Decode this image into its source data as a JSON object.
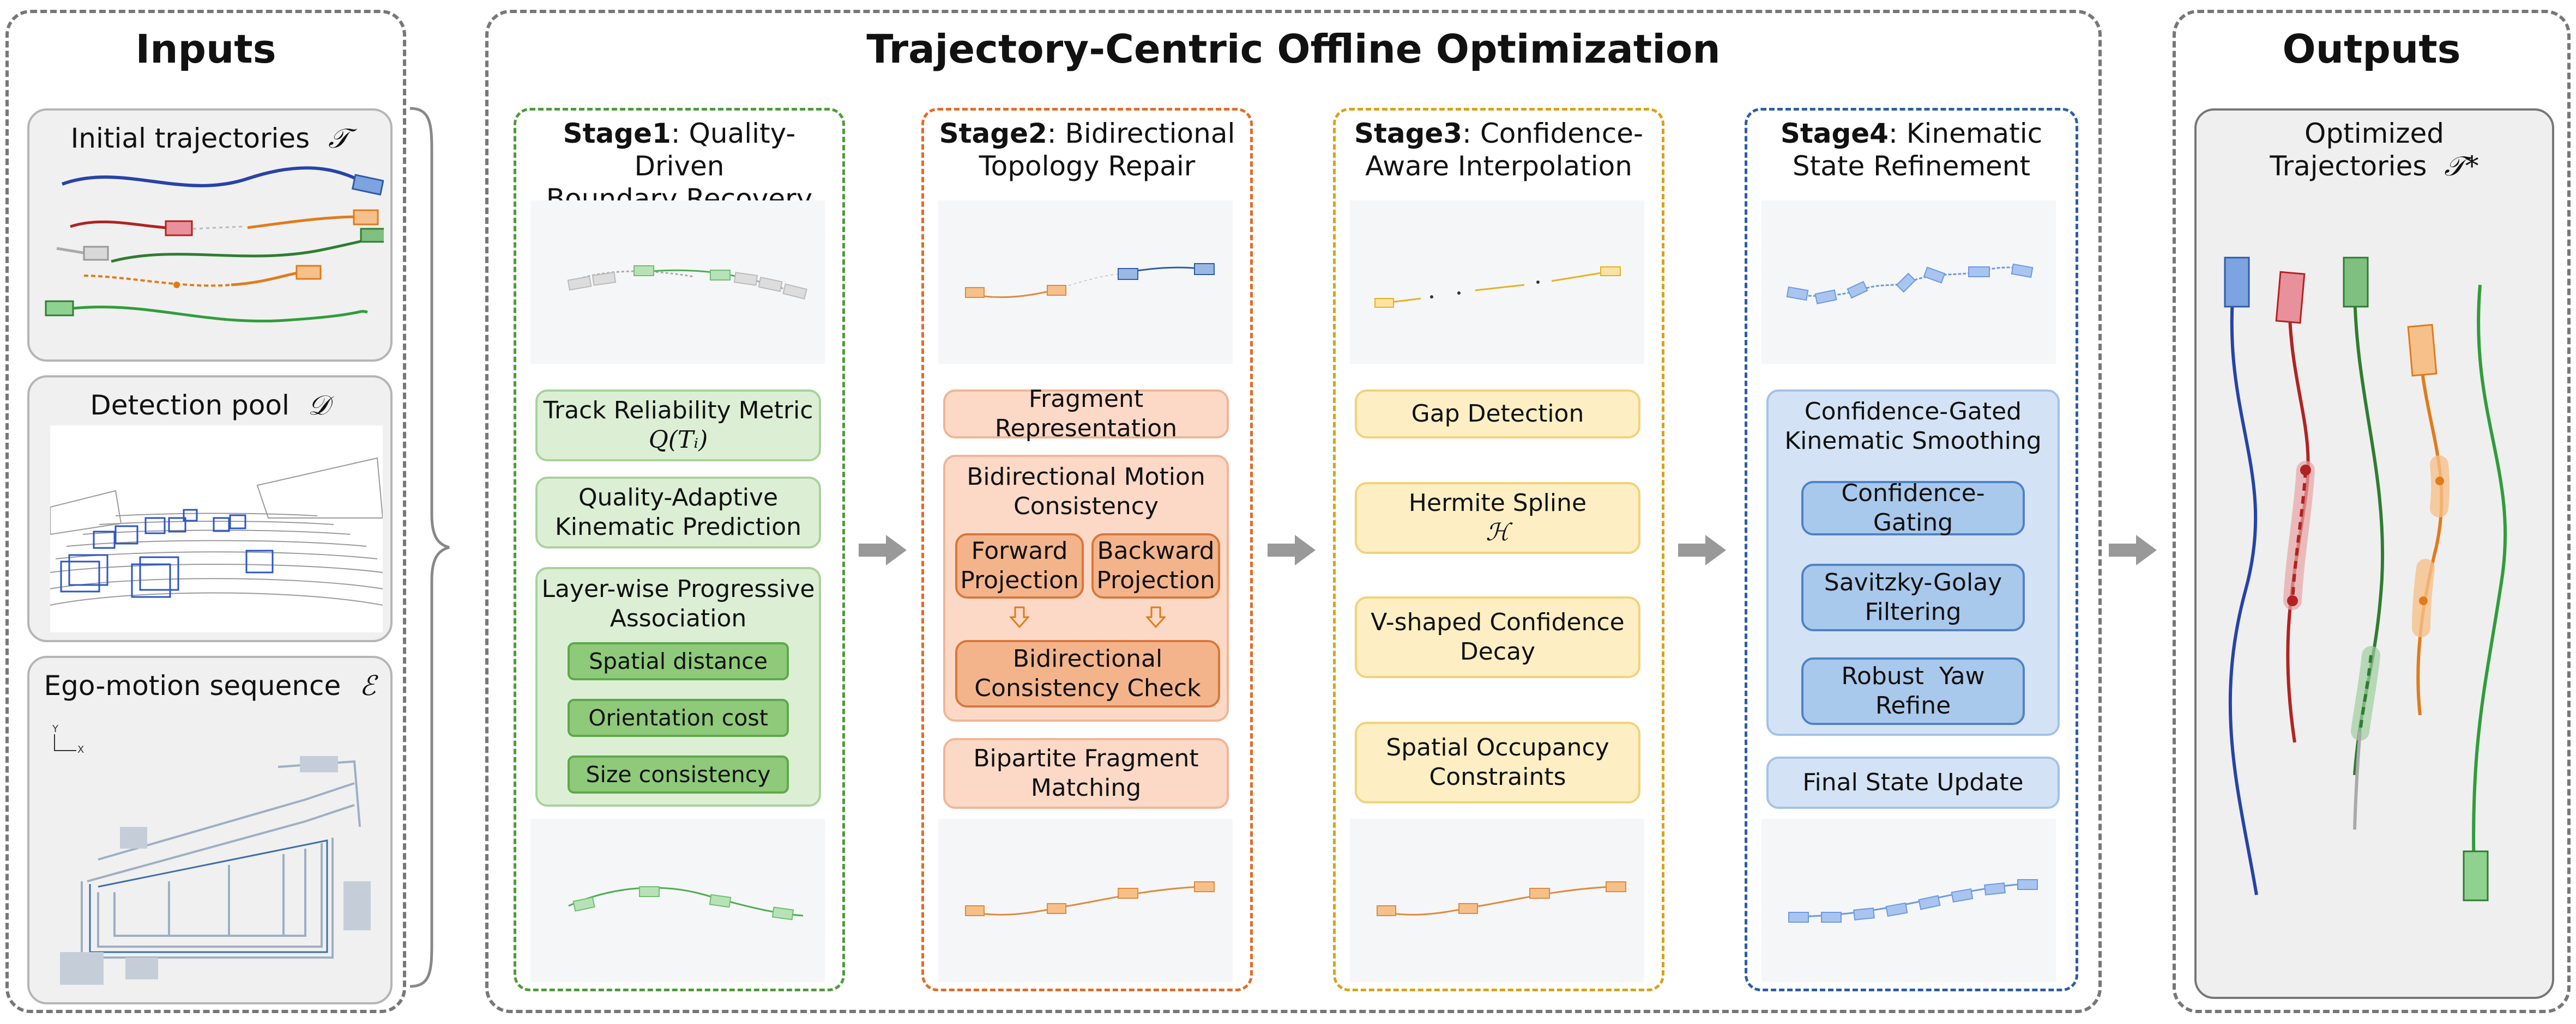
{
  "inputs": {
    "title": "Inputs",
    "initial_traj_label": "Initial trajectories",
    "initial_traj_symbol": "𝒯",
    "detection_label": "Detection pool",
    "detection_symbol": "𝒟",
    "ego_label": "Ego-motion sequence",
    "ego_symbol": "ℰ",
    "axis_y": "Y",
    "axis_x": "X"
  },
  "main": {
    "title": "Trajectory-Centric Offline Optimization"
  },
  "stage1": {
    "bold": "Stage1",
    "rest": ": Quality-Driven",
    "line2": "Boundary Recovery",
    "metric_line1": "Track Reliability Metric",
    "metric_line2": "Q(Tᵢ)",
    "prediction_line1": "Quality-Adaptive",
    "prediction_line2": "Kinematic Prediction",
    "assoc_line1": "Layer-wise Progressive",
    "assoc_line2": "Association",
    "cost1": "Spatial distance",
    "cost2": "Orientation cost",
    "cost3": "Size consistency",
    "color": "#4f9a3c"
  },
  "stage2": {
    "bold": "Stage2",
    "rest": ": Bidirectional",
    "line2": "Topology Repair",
    "frag_rep": "Fragment Representation",
    "motion_line1": "Bidirectional Motion",
    "motion_line2": "Consistency",
    "fwd_line1": "Forward",
    "fwd_line2": "Projection",
    "bwd_line1": "Backward",
    "bwd_line2": "Projection",
    "check_line1": "Bidirectional",
    "check_line2": "Consistency Check",
    "match_line1": "Bipartite Fragment",
    "match_line2": "Matching",
    "color": "#e06d2b"
  },
  "stage3": {
    "bold": "Stage3",
    "rest": ": Confidence-",
    "line2": "Aware Interpolation",
    "gap": "Gap Detection",
    "hermite_line1": "Hermite Spline",
    "hermite_line2": "ℋ",
    "decay_line1": "V-shaped Confidence",
    "decay_line2": "Decay",
    "spatial_line1": "Spatial Occupancy",
    "spatial_line2": "Constraints",
    "color": "#d9a21a"
  },
  "stage4": {
    "bold": "Stage4",
    "rest": ": Kinematic",
    "line2": "State Refinement",
    "smooth_line1": "Confidence-Gated",
    "smooth_line2": "Kinematic Smoothing",
    "gating": "Confidence-Gating",
    "sg_line1": "Savitzky-Golay",
    "sg_line2": "Filtering",
    "yaw_line1": "Robust  Yaw",
    "yaw_line2": "Refine",
    "final": "Final State Update",
    "color": "#2e5da8"
  },
  "outputs": {
    "title": "Outputs",
    "label_line1": "Optimized",
    "label_line2": "Trajectories",
    "symbol": "𝒯*"
  }
}
